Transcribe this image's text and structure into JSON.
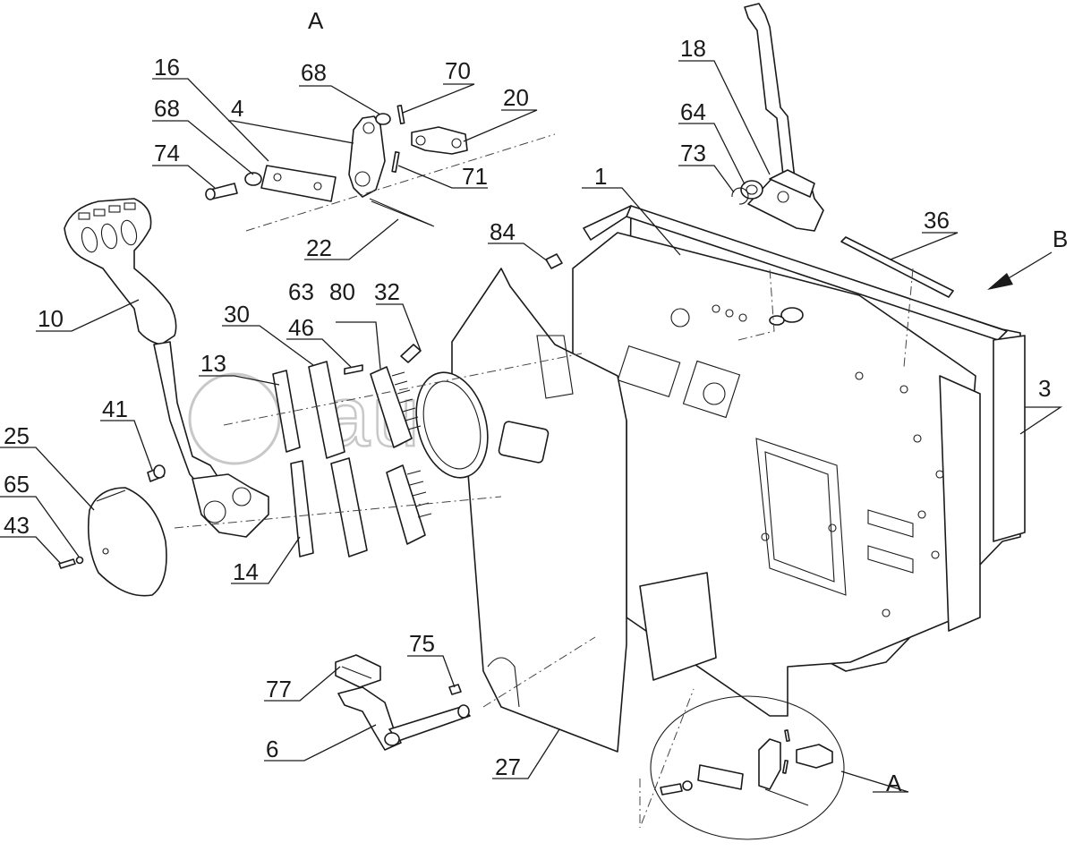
{
  "watermark": "autopiter.ru",
  "view_labels": [
    "A",
    "B",
    "A"
  ],
  "callouts": [
    "16",
    "68",
    "70",
    "4",
    "20",
    "68",
    "74",
    "71",
    "22",
    "18",
    "64",
    "73",
    "1",
    "36",
    "84",
    "10",
    "30",
    "13",
    "46",
    "63",
    "80",
    "32",
    "41",
    "25",
    "65",
    "43",
    "14",
    "3",
    "75",
    "77",
    "6",
    "27"
  ],
  "colors": {
    "ink": "#1a1a1a",
    "watermark": "#c8c8c8",
    "background": "#ffffff"
  }
}
